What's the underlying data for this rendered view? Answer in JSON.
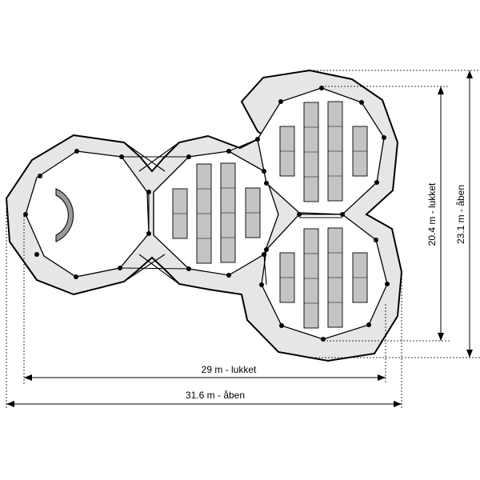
{
  "dimensions": {
    "width_closed": "29 m - lukket",
    "width_open": "31.6 m - åben",
    "height_closed": "20.4 m - lukket",
    "height_open": "23.1 m - åben"
  }
}
